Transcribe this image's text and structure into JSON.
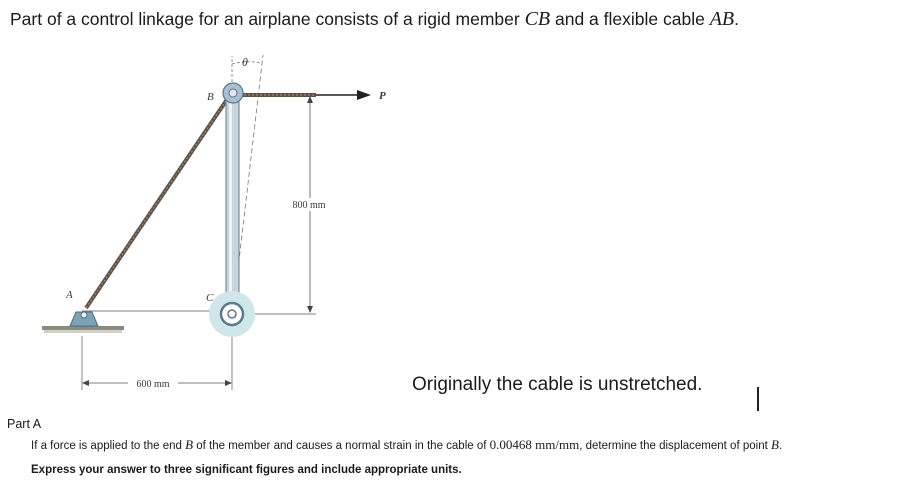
{
  "problem": {
    "intro_before": "Part of a control linkage for an airplane consists of a rigid member ",
    "member": "CB",
    "intro_middle": " and a flexible cable ",
    "cable": "AB",
    "intro_end": "."
  },
  "figure": {
    "label_A": "A",
    "label_B": "B",
    "label_C": "C",
    "label_P": "P",
    "label_theta": "θ",
    "dim_vertical": "800 mm",
    "dim_horizontal": "600 mm"
  },
  "note": "Originally the cable is unstretched.",
  "part": {
    "heading": "Part A",
    "question_before": "If a force is applied to the end ",
    "point": "B",
    "question_middle": " of the member and causes a normal strain in the cable of ",
    "strain_value": "0.00468",
    "strain_unit": " mm/mm",
    "question_end_before": ", determine the displacement of point ",
    "point_end": "B",
    "question_end": ".",
    "instruction": "Express your answer to three significant figures and include appropriate units."
  }
}
